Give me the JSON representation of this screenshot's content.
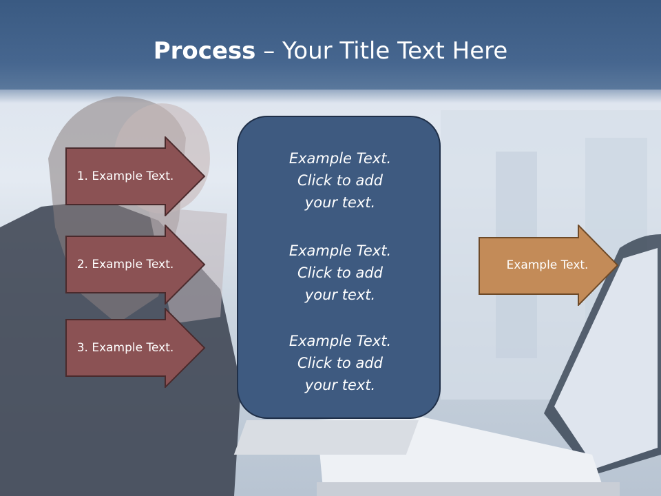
{
  "slide": {
    "title_bold": "Process",
    "title_rest": " – Your Title Text Here",
    "left_arrows": [
      {
        "label": "1. Example Text."
      },
      {
        "label": "2. Example Text."
      },
      {
        "label": "3. Example Text."
      }
    ],
    "center_box": {
      "paragraphs": [
        {
          "line1": "Example Text.",
          "line2": "Click  to add",
          "line3": "your text."
        },
        {
          "line1": "Example Text.",
          "line2": "Click  to add",
          "line3": "your text."
        },
        {
          "line1": "Example Text.",
          "line2": "Click  to add",
          "line3": "your text."
        }
      ]
    },
    "right_arrow": {
      "label": "Example Text."
    }
  },
  "colors": {
    "header": "#46668f",
    "left_arrow_fill": "#8b5254",
    "center_box_fill": "#3e5a80",
    "right_arrow_fill": "#c38b58"
  }
}
